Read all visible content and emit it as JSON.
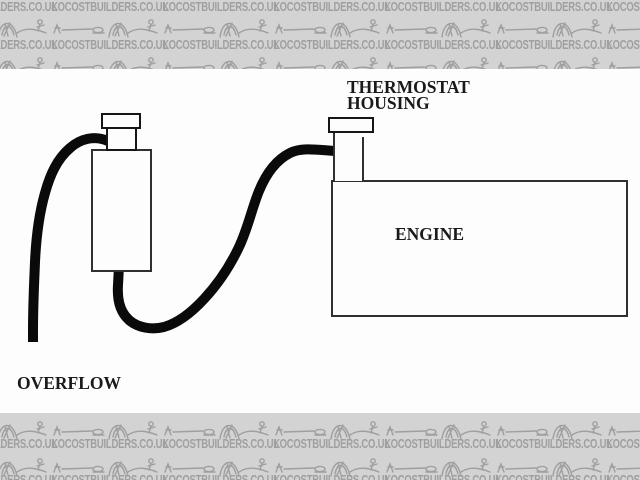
{
  "watermark": {
    "text": "LOCOSTBUILDERS.CO.UK",
    "logo_icon": "locost-car-sketch"
  },
  "labels": {
    "thermostat_line1": "THERMOSTAT",
    "thermostat_line2": "HOUSING",
    "engine": "ENGINE",
    "overflow": "OVERFLOW"
  },
  "colors": {
    "banner_bg": "#d3d3d3",
    "watermark_gray": "#9f9f9f",
    "diagram_line": "#303030",
    "hose_black": "#0a0a0a",
    "label_text": "#1a1a1a",
    "paper": "#fdfdfd"
  }
}
